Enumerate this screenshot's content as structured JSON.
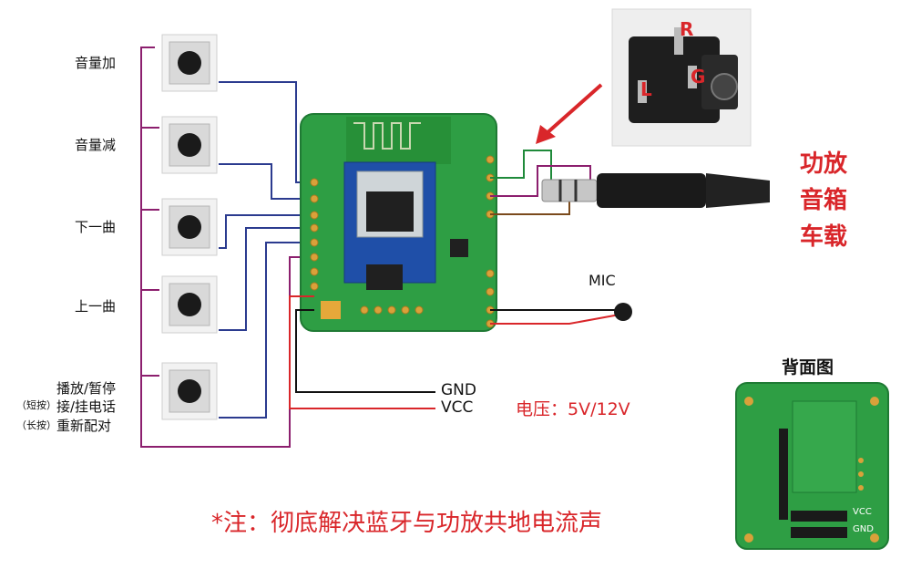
{
  "buttons": [
    {
      "label": "音量加"
    },
    {
      "label": "音量减"
    },
    {
      "label": "下一曲"
    },
    {
      "label": "上一曲"
    }
  ],
  "multi_button": {
    "line1": "播放/暂停",
    "short_press": "（短按）",
    "line2": "接/挂电话",
    "long_press": "（长按）",
    "line3": "重新配对"
  },
  "wires": {
    "gnd": "GND",
    "vcc": "VCC"
  },
  "voltage": "电压：5V/12V",
  "mic": "MIC",
  "jack": {
    "r": "R",
    "g": "G",
    "l": "L"
  },
  "uses": [
    "功放",
    "音箱",
    "车载"
  ],
  "back_view": {
    "title": "背面图",
    "vcc": "VCC",
    "gnd": "GND"
  },
  "note": "*注：彻底解决蓝牙与功放共地电流声",
  "colors": {
    "pcb_green": "#2e9e44",
    "wire_blue": "#2b3b8f",
    "wire_purple": "#8c1f6e",
    "wire_red": "#d9262a",
    "wire_black": "#111111",
    "wire_green": "#1f8a3a",
    "wire_brown": "#7a4a1c"
  }
}
